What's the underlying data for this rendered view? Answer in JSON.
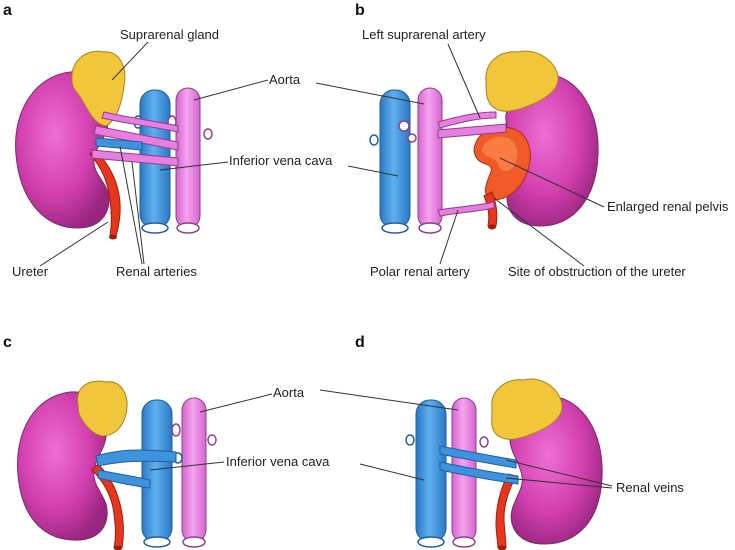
{
  "panels": {
    "a": {
      "letter": "a",
      "labels": {
        "suprarenal_gland": "Suprarenal gland",
        "aorta": "Aorta",
        "inferior_vena_cava": "Inferior vena cava",
        "ureter": "Ureter",
        "renal_arteries": "Renal arteries"
      }
    },
    "b": {
      "letter": "b",
      "labels": {
        "left_suprarenal_artery": "Left suprarenal artery",
        "enlarged_renal_pelvis": "Enlarged renal pelvis",
        "polar_renal_artery": "Polar renal artery",
        "site_of_obstruction": "Site of obstruction of the ureter"
      }
    },
    "c": {
      "letter": "c",
      "labels": {
        "aorta": "Aorta",
        "inferior_vena_cava": "Inferior vena cava"
      }
    },
    "d": {
      "letter": "d",
      "labels": {
        "renal_veins": "Renal veins"
      }
    }
  },
  "colors": {
    "kidney": "#d23fae",
    "vein": "#3d93dc",
    "artery": "#e77ee0",
    "gland": "#f2c63a",
    "ureter": "#e8361c",
    "pelvis": "#f05a28"
  }
}
